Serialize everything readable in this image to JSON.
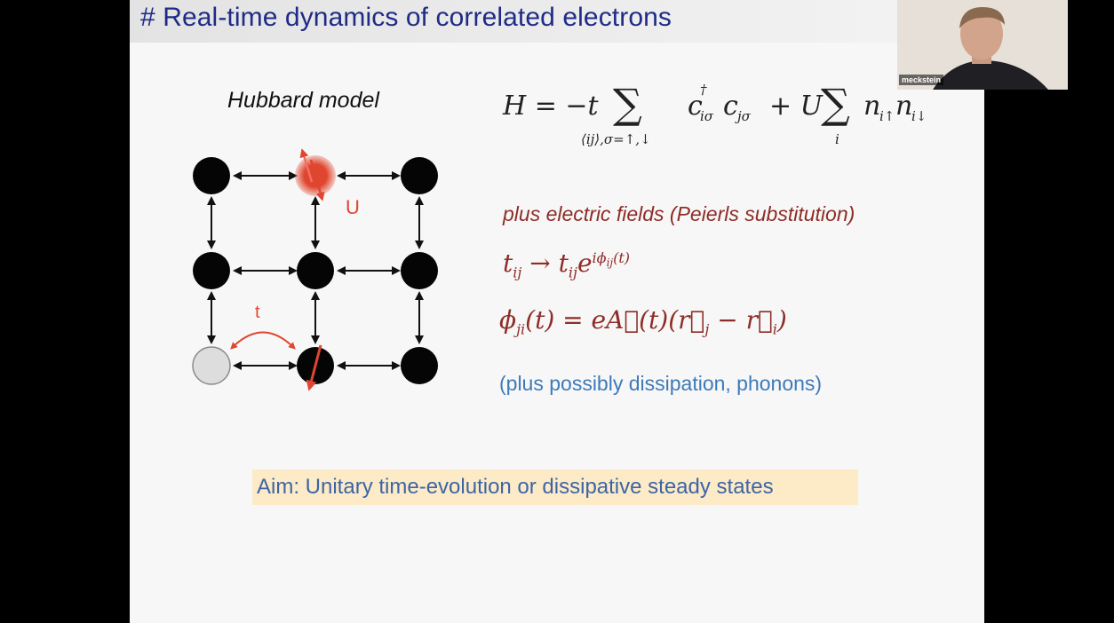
{
  "slide": {
    "title": "# Real-time dynamics of correlated electrons",
    "model_label": "Hubbard model",
    "lattice": {
      "interaction_label": "U",
      "hopping_label": "t"
    },
    "hamiltonian": {
      "lhs": "H = −t",
      "sum1_index": "⟨ij⟩,σ=↑,↓",
      "term1": "c",
      "term1_sup": "†",
      "term1_sub1": "iσ",
      "term1_c2": "c",
      "term1_sub2": "jσ",
      "plus_u": "+ U",
      "sum2_index": "i",
      "term2_n1": "n",
      "term2_sub1": "i↑",
      "term2_n2": "n",
      "term2_sub2": "i↓"
    },
    "peierls_note": "plus electric fields (Peierls substitution)",
    "eq_hopping": {
      "lhs": "t",
      "lhs_sub": "ij",
      "arrow": "→ t",
      "rhs_sub": "ij",
      "e": "e",
      "exp": "iϕ",
      "exp_sub": "ij",
      "exp_tail": "(t)"
    },
    "eq_phase": {
      "phi": "ϕ",
      "phi_sub": "ji",
      "rest": "(t) = eA⃗(t)(r⃗",
      "rj_sub": "j",
      "minus": "− r⃗",
      "ri_sub": "i",
      "close": ")"
    },
    "extra_note": "(plus possibly dissipation, phonons)",
    "aim": "Aim: Unitary time-evolution or dissipative steady states"
  },
  "video": {
    "participant_name": "meckstein"
  },
  "colors": {
    "title": "#1f2b86",
    "red": "#e0452f",
    "eq_red": "#8e2d27",
    "blue": "#3e7ab9",
    "aim_bg": "#fcebc6"
  }
}
